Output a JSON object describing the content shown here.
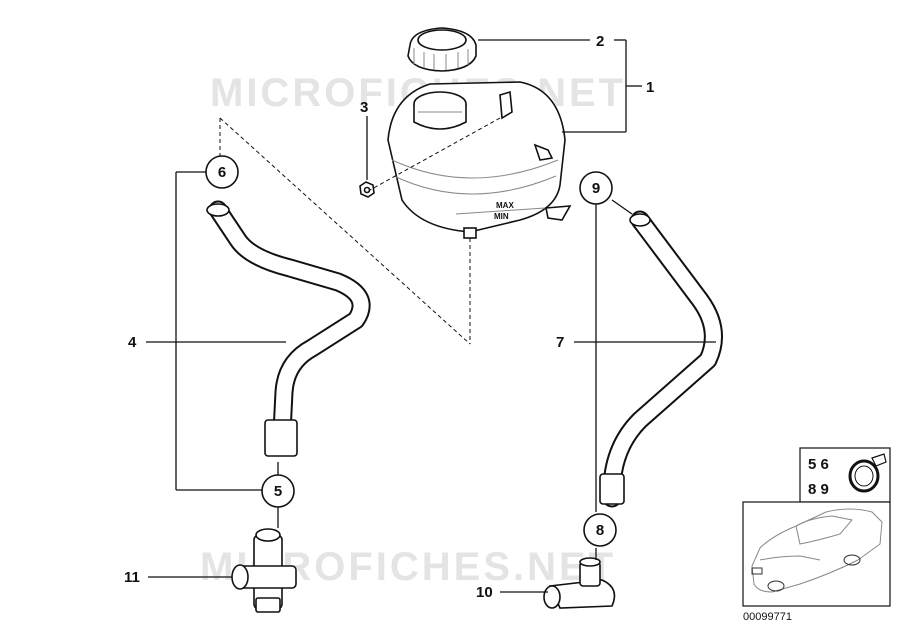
{
  "watermark": "MICROFICHES.NET",
  "callouts": {
    "c1": "1",
    "c2": "2",
    "c3": "3",
    "c4": "4",
    "c5": "5",
    "c6": "6",
    "c7": "7",
    "c8": "8",
    "c9": "9",
    "c10": "10",
    "c11": "11"
  },
  "tank": {
    "max": "MAX",
    "min": "MIN"
  },
  "clip_box": {
    "row1": "5  6",
    "row2": "8  9"
  },
  "diagram_code": "00099771"
}
